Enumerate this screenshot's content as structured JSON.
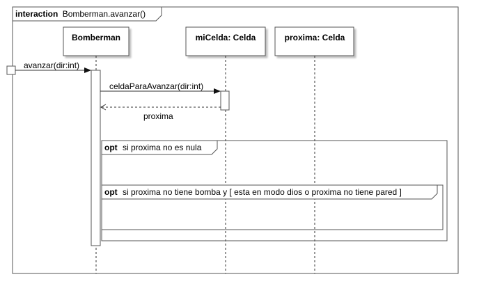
{
  "frame": {
    "keyword": "interaction",
    "name": "Bomberman.avanzar()"
  },
  "lifelines": [
    {
      "label": "Bomberman"
    },
    {
      "label": "miCelda: Celda"
    },
    {
      "label": "proxima: Celda"
    }
  ],
  "messages": [
    {
      "label": "avanzar(dir:int)",
      "kind": "sync"
    },
    {
      "label": "celdaParaAvanzar(dir:int)",
      "kind": "sync"
    },
    {
      "label": "proxima",
      "kind": "return"
    }
  ],
  "fragments": [
    {
      "operator": "opt",
      "guard": "si proxima no es nula"
    },
    {
      "operator": "opt",
      "guard": "si proxima no tiene bomba y  [ esta en modo dios o proxima no tiene pared ]"
    }
  ]
}
